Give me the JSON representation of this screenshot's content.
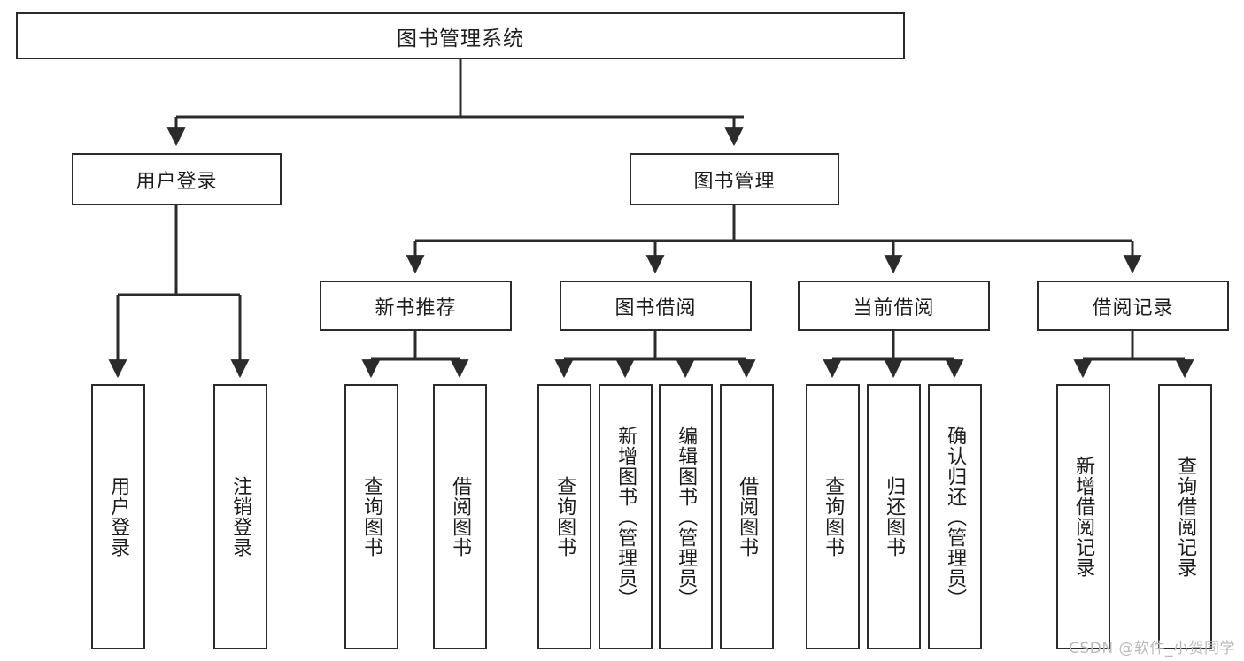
{
  "diagram": {
    "title": "图书管理系统",
    "type": "tree",
    "watermark": "CSDN @软件_小贺同学",
    "colors": {
      "border": "#2b2b2b",
      "background": "#ffffff",
      "text": "#1c1c1c",
      "edge": "#2b2b2b",
      "watermark": "#b9b9b9"
    },
    "nodes": {
      "root": {
        "label": "图书管理系统"
      },
      "level2": [
        {
          "id": "user-login",
          "label": "用户登录"
        },
        {
          "id": "book-manage",
          "label": "图书管理"
        }
      ],
      "level3": [
        {
          "id": "new-book-recommend",
          "label": "新书推荐",
          "parent": "book-manage"
        },
        {
          "id": "book-borrow",
          "label": "图书借阅",
          "parent": "book-manage"
        },
        {
          "id": "current-borrow",
          "label": "当前借阅",
          "parent": "book-manage"
        },
        {
          "id": "borrow-record",
          "label": "借阅记录",
          "parent": "book-manage"
        }
      ],
      "leaves": [
        {
          "id": "leaf-user-login",
          "label": "用户登录",
          "parent": "user-login"
        },
        {
          "id": "leaf-user-logout",
          "label": "注销登录",
          "parent": "user-login"
        },
        {
          "id": "leaf-query-book-1",
          "label": "查询图书",
          "parent": "new-book-recommend"
        },
        {
          "id": "leaf-borrow-book-1",
          "label": "借阅图书",
          "parent": "new-book-recommend"
        },
        {
          "id": "leaf-query-book-2",
          "label": "查询图书",
          "parent": "book-borrow"
        },
        {
          "id": "leaf-add-book",
          "label": "新增图书（管理员）",
          "parent": "book-borrow"
        },
        {
          "id": "leaf-edit-book",
          "label": "编辑图书（管理员）",
          "parent": "book-borrow"
        },
        {
          "id": "leaf-borrow-book-2",
          "label": "借阅图书",
          "parent": "book-borrow"
        },
        {
          "id": "leaf-query-book-3",
          "label": "查询图书",
          "parent": "current-borrow"
        },
        {
          "id": "leaf-return-book",
          "label": "归还图书",
          "parent": "current-borrow"
        },
        {
          "id": "leaf-confirm-return",
          "label": "确认归还（管理员）",
          "parent": "current-borrow"
        },
        {
          "id": "leaf-add-record",
          "label": "新增借阅记录",
          "parent": "borrow-record"
        },
        {
          "id": "leaf-query-record",
          "label": "查询借阅记录",
          "parent": "borrow-record"
        }
      ]
    }
  }
}
